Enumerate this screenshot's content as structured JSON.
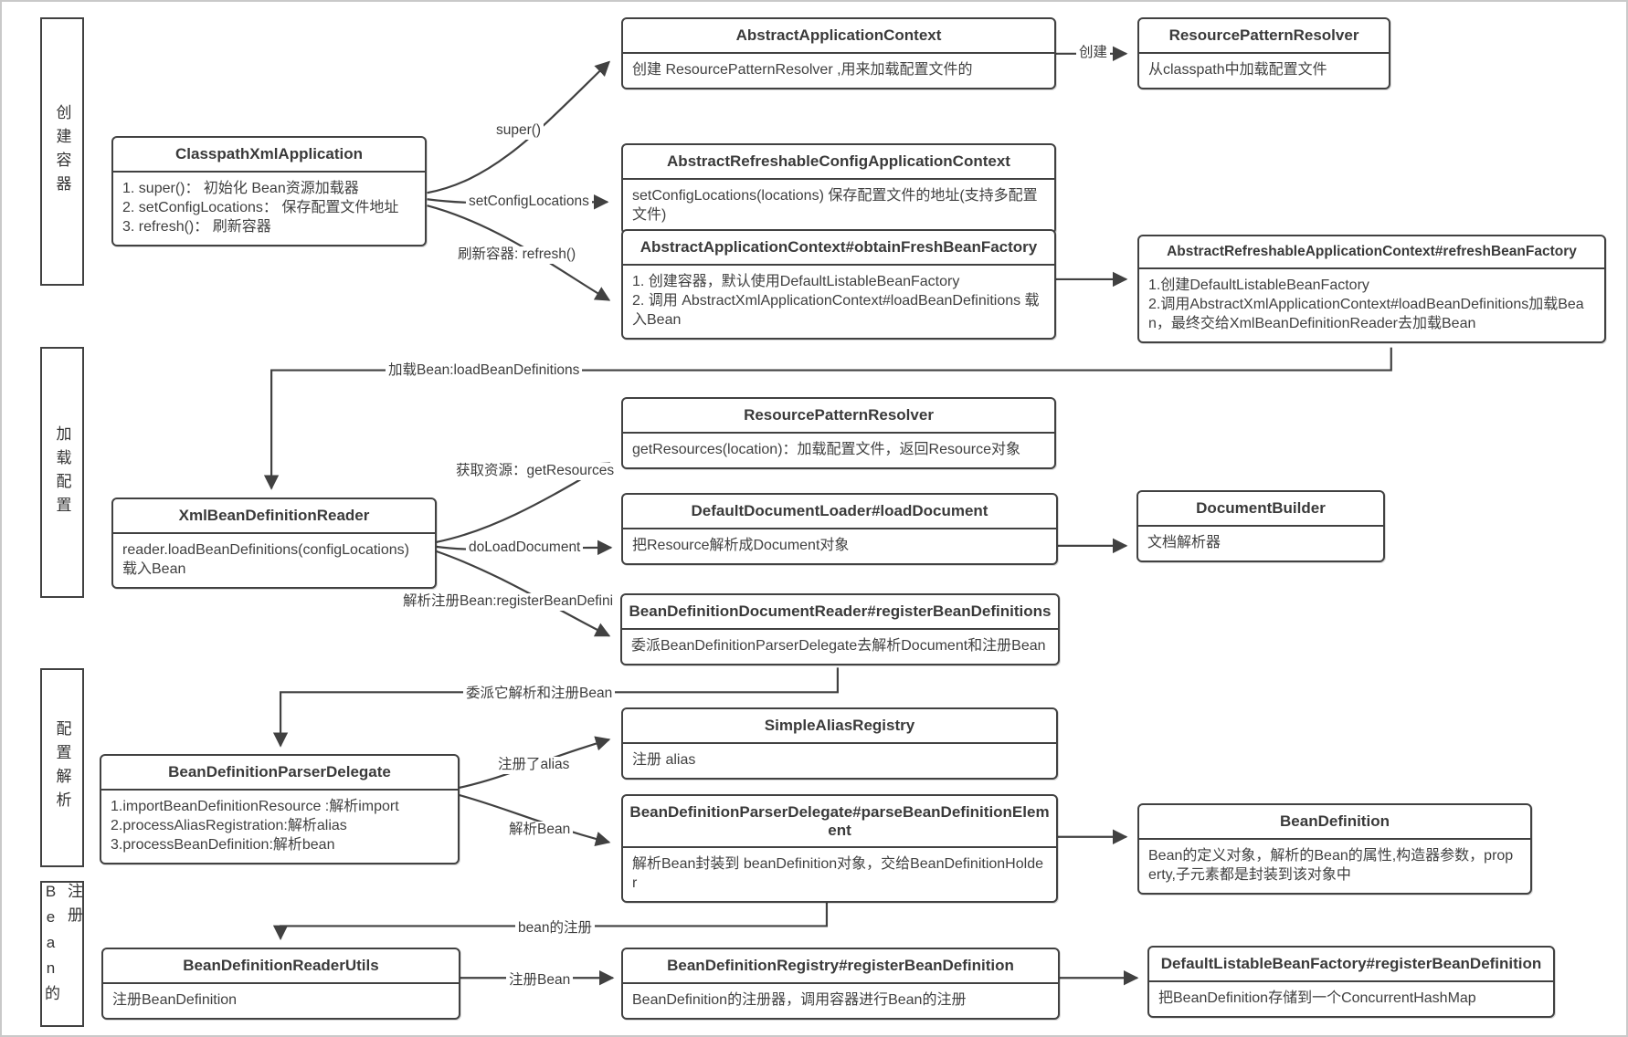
{
  "sidebar": {
    "create_container": "创建容器",
    "load_config": "加载配置",
    "parse_config": "配置解析",
    "bean_register": "Bean的注册"
  },
  "nodes": {
    "classpath_xml_application": {
      "title": "ClasspathXmlApplication",
      "body": "1. super()： 初始化 Bean资源加载器\n2. setConfigLocations： 保存配置文件地址\n3. refresh()： 刷新容器"
    },
    "abstract_application_context": {
      "title": "AbstractApplicationContext",
      "body": "创建 ResourcePatternResolver ,用来加载配置文件的"
    },
    "resource_pattern_resolver_top": {
      "title": "ResourcePatternResolver",
      "body": "从classpath中加载配置文件"
    },
    "abstract_refreshable_config_application_context": {
      "title": "AbstractRefreshableConfigApplicationContext",
      "body": "setConfigLocations(locations) 保存配置文件的地址(支持多配置文件)"
    },
    "obtain_fresh_bean_factory": {
      "title": "AbstractApplicationContext#obtainFreshBeanFactory",
      "body": "1. 创建容器，默认使用DefaultListableBeanFactory\n2. 调用 AbstractXmlApplicationContext#loadBeanDefinitions 载入Bean"
    },
    "refresh_bean_factory": {
      "title": "AbstractRefreshableApplicationContext#refreshBeanFactory",
      "body": "1.创建DefaultListableBeanFactory\n2.调用AbstractXmlApplicationContext#loadBeanDefinitions加载Bean，最终交给XmlBeanDefinitionReader去加载Bean"
    },
    "xml_bean_definition_reader": {
      "title": "XmlBeanDefinitionReader",
      "body": "reader.loadBeanDefinitions(configLocations) 载入Bean"
    },
    "resource_pattern_resolver": {
      "title": "ResourcePatternResolver",
      "body": "getResources(location)：加载配置文件，返回Resource对象"
    },
    "default_document_loader": {
      "title": "DefaultDocumentLoader#loadDocument",
      "body": "把Resource解析成Document对象"
    },
    "document_builder": {
      "title": "DocumentBuilder",
      "body": "文档解析器"
    },
    "bean_definition_document_reader": {
      "title": "BeanDefinitionDocumentReader#registerBeanDefinitions",
      "body": "委派BeanDefinitionParserDelegate去解析Document和注册Bean"
    },
    "bean_definition_parser_delegate": {
      "title": "BeanDefinitionParserDelegate",
      "body": "1.importBeanDefinitionResource :解析import\n2.processAliasRegistration:解析alias\n3.processBeanDefinition:解析bean"
    },
    "simple_alias_registry": {
      "title": "SimpleAliasRegistry",
      "body": "注册 alias"
    },
    "parse_bean_definition_element": {
      "title": "BeanDefinitionParserDelegate#parseBeanDefinitionElement",
      "body": "解析Bean封装到 beanDefinition对象，交给BeanDefinitionHolder"
    },
    "bean_definition": {
      "title": "BeanDefinition",
      "body": "Bean的定义对象，解析的Bean的属性,构造器参数，property,子元素都是封装到该对象中"
    },
    "bean_definition_reader_utils": {
      "title": "BeanDefinitionReaderUtils",
      "body": "注册BeanDefinition"
    },
    "bean_definition_registry": {
      "title": "BeanDefinitionRegistry#registerBeanDefinition",
      "body": "BeanDefinition的注册器，调用容器进行Bean的注册"
    },
    "default_listable_bean_factory": {
      "title": "DefaultListableBeanFactory#registerBeanDefinition",
      "body": "把BeanDefinition存储到一个ConcurrentHashMap"
    }
  },
  "edge_labels": {
    "super_call": "super()",
    "set_config_locations": "setConfigLocations",
    "refresh_container": "刷新容器: refresh()",
    "create": "创建",
    "load_bean": "加载Bean:loadBeanDefinitions",
    "get_resources": "获取资源：getResources",
    "do_load_document": "doLoadDocument",
    "parse_register_bean": "解析注册Bean:registerBeanDefini",
    "delegate_parse_register": "委派它解析和注册Bean",
    "register_alias": "注册了alias",
    "parse_bean": "解析Bean",
    "bean_register": "bean的注册",
    "register_bean": "注册Bean"
  },
  "colors": {
    "line": "#414141",
    "box_border": "#414141",
    "text": "#3a3a3a",
    "canvas_border": "#c9c9c9"
  }
}
